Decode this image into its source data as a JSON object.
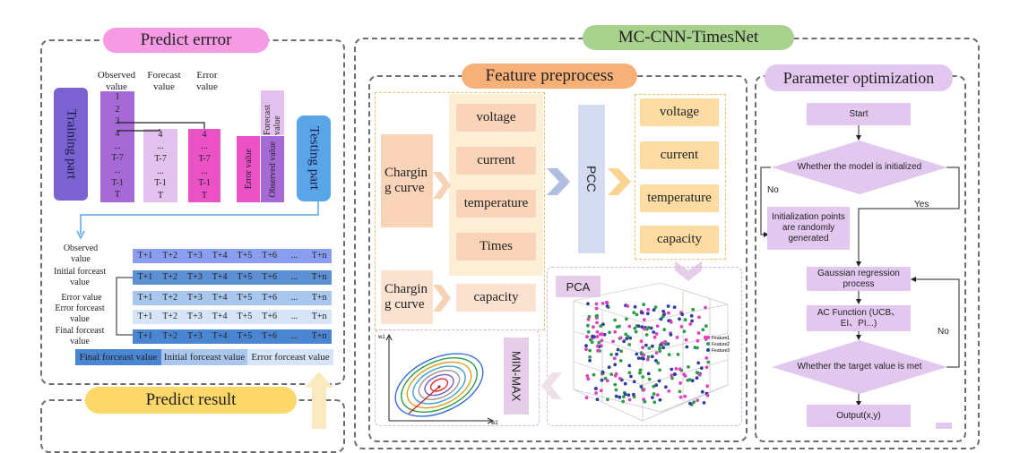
{
  "predict_error": {
    "title": "Predict errror",
    "training_label": "Training part",
    "testing_label": "Testing part",
    "col_headers": [
      "Observed value",
      "Forecast value",
      "Error value"
    ],
    "observed_cells": [
      "1",
      "2",
      "3",
      "4",
      "...",
      "T-7",
      "...",
      "T-1",
      "T"
    ],
    "forecast_cells": [
      "4",
      "...",
      "T-7",
      "...",
      "T-1",
      "T"
    ],
    "error_cells": [
      "4",
      "...",
      "T-7",
      "...",
      "T-1",
      "T"
    ],
    "testing_cols": [
      "Error value",
      "Forecast value",
      "Observed value"
    ],
    "row_labels": [
      "Observed value",
      "Initial forceast value",
      "Error value",
      "Error forceast value",
      "Final forceast value"
    ],
    "t_cells": [
      "T+1",
      "T+2",
      "T+3",
      "T+4",
      "T+5",
      "T+6",
      "...",
      "T+n"
    ],
    "bottom_bar": [
      "Final forceast value",
      "Initial forceast value",
      "Error forceast value"
    ]
  },
  "predict_result": {
    "title": "Predict result"
  },
  "mc_cnn": {
    "title": "MC-CNN-TimesNet",
    "feature_preprocess": {
      "title": "Feature preprocess",
      "charging_curve": "Chargin g curve",
      "charging_curve_2": "Chargin g curve",
      "features_left": [
        "voltage",
        "current",
        "temperature",
        "Times"
      ],
      "capacity_left": "capacity",
      "pcc": "PCC",
      "features_right": [
        "voltage",
        "current",
        "temperature",
        "capacity"
      ],
      "pca": "PCA",
      "pca_legend": [
        "Feature1",
        "Feature2",
        "Feature3"
      ],
      "minmax": "MIN-MAX",
      "axis_w1": "w1",
      "axis_w2": "w2"
    },
    "parameter_optimization": {
      "title": "Parameter optimization",
      "start": "Start",
      "initialized_q": "Whether the model is initialized",
      "no1": "No",
      "yes": "Yes",
      "init_points": "Initialization points are randomly generated",
      "gaussian": "Gaussian regression process",
      "ac_function": "AC Function (UCB、EI、PI...)",
      "target_q": "Whether the target value is met",
      "no2": "No",
      "output": "Output(x,y)"
    }
  },
  "colors": {
    "pink_pill": "#f59ae3",
    "green_pill": "#a9d18e",
    "orange_pill": "#f7b178",
    "lavender": "#e2c7ef",
    "training": "#7a62d1",
    "testing": "#5aa5e8",
    "yellow_pill": "#fcd86a"
  }
}
